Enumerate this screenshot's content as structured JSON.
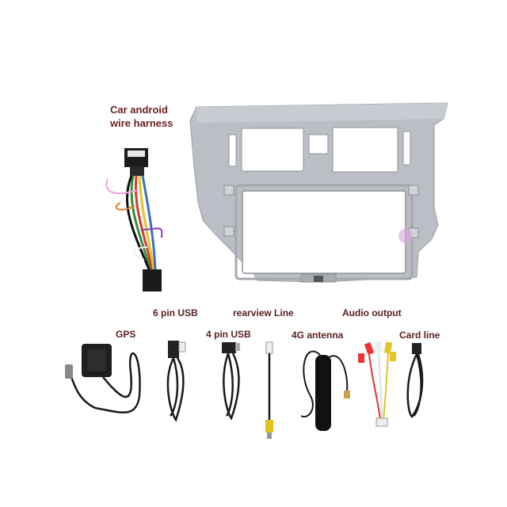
{
  "title_line1": "Car android",
  "title_line2": "wire harness",
  "labels": {
    "usb6": "6 pin USB",
    "rearview": "rearview Line",
    "audio": "Audio output",
    "gps": "GPS",
    "usb4": "4 pin USB",
    "antenna4g": "4G antenna",
    "card": "Card line"
  },
  "colors": {
    "label_text": "#5a1f1f",
    "frame": "#b9bcc3",
    "cable": "#1a1a1a"
  }
}
